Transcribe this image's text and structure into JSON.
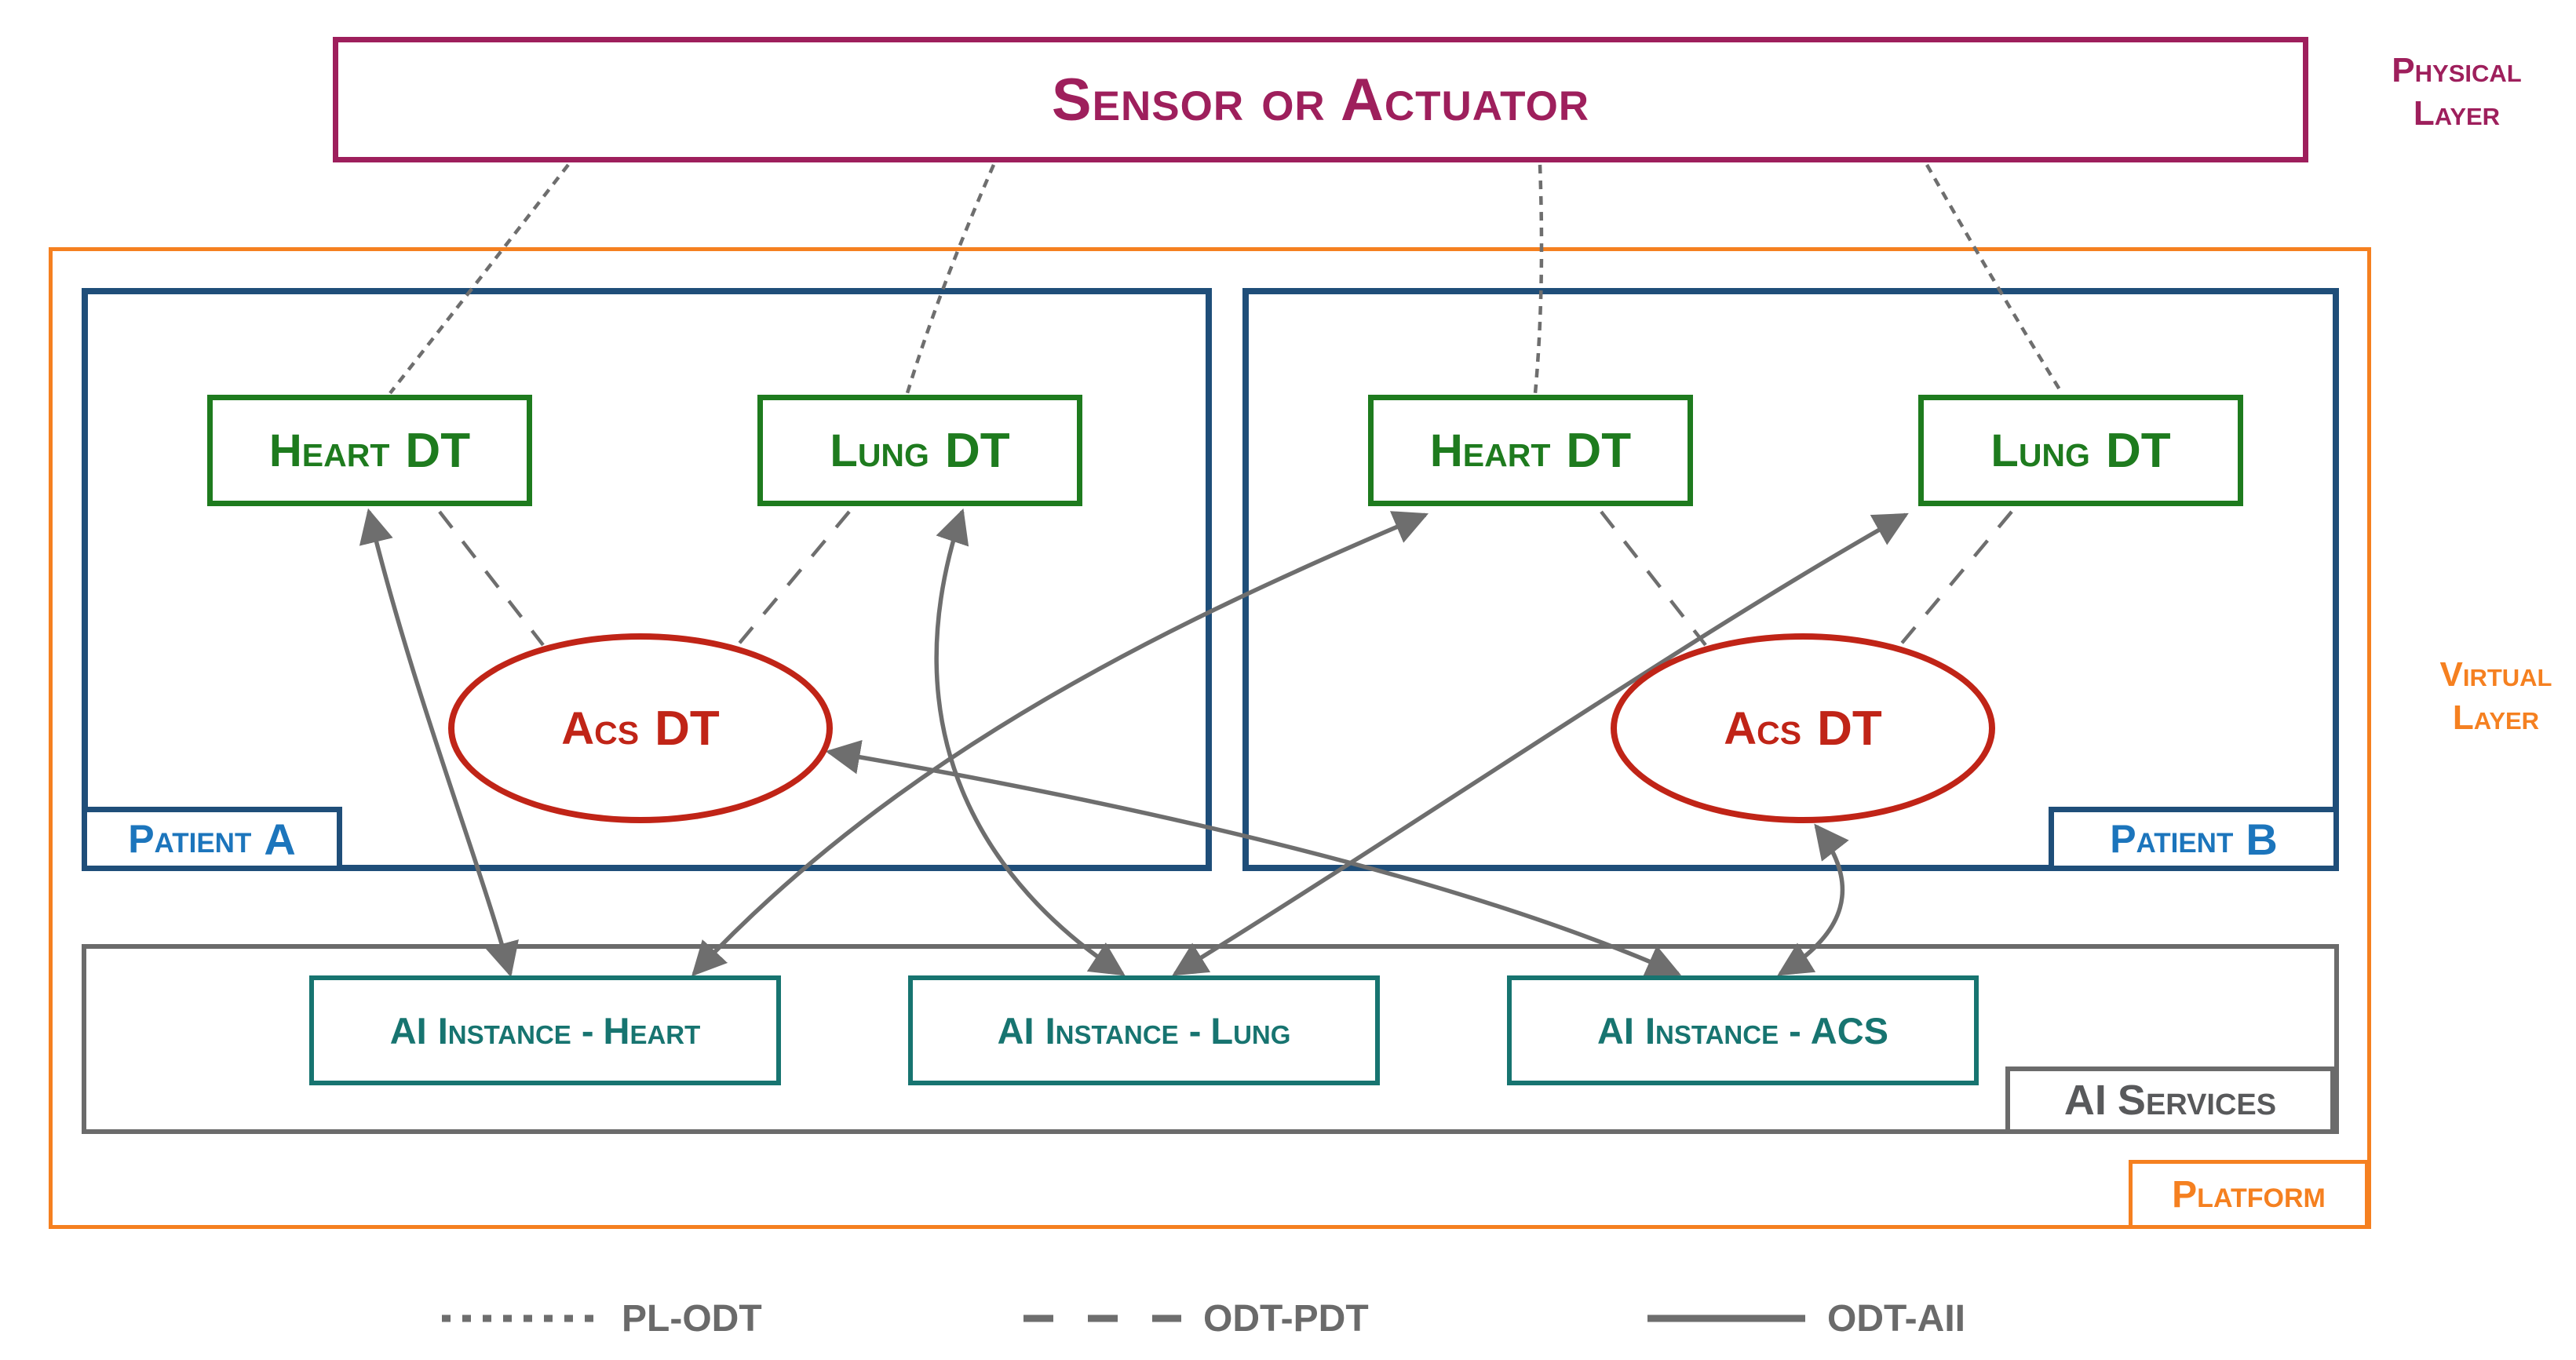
{
  "sensor": {
    "label": "Sensor or Actuator"
  },
  "layers": {
    "physical": {
      "line1": "Physical",
      "line2": "Layer"
    },
    "virtual": {
      "line1": "Virtual",
      "line2": "Layer"
    }
  },
  "patients": [
    {
      "name": "Patient",
      "id": "A",
      "heart": {
        "name": "Heart",
        "type": "DT"
      },
      "lung": {
        "name": "Lung",
        "type": "DT"
      },
      "acs": {
        "name": "Acs",
        "type": "DT"
      }
    },
    {
      "name": "Patient",
      "id": "B",
      "heart": {
        "name": "Heart",
        "type": "DT"
      },
      "lung": {
        "name": "Lung",
        "type": "DT"
      },
      "acs": {
        "name": "Acs",
        "type": "DT"
      }
    }
  ],
  "ai_services": {
    "label": {
      "prefix": "AI",
      "rest": "Services"
    },
    "instances": [
      {
        "prefix": "AI",
        "label": "Instance -",
        "target": "Heart"
      },
      {
        "prefix": "AI",
        "label": "Instance -",
        "target": "Lung"
      },
      {
        "prefix": "AI",
        "label": "Instance -",
        "target": "ACS"
      }
    ]
  },
  "platform": {
    "label": "Platform"
  },
  "legend": {
    "items": [
      {
        "style": "dotted",
        "label": "PL-ODT"
      },
      {
        "style": "dashed",
        "label": "ODT-PDT"
      },
      {
        "style": "solid",
        "label": "ODT-AII"
      }
    ]
  },
  "colors": {
    "physical_maroon": "#9e1f5c",
    "dt_green": "#1e7b1e",
    "patient_border_navy": "#1f4e79",
    "patient_text_blue": "#1c75bc",
    "acs_red": "#c02417",
    "ai_teal": "#177470",
    "platform_orange": "#f58020",
    "connector_gray": "#6e6e6e",
    "services_gray": "#58595b"
  }
}
